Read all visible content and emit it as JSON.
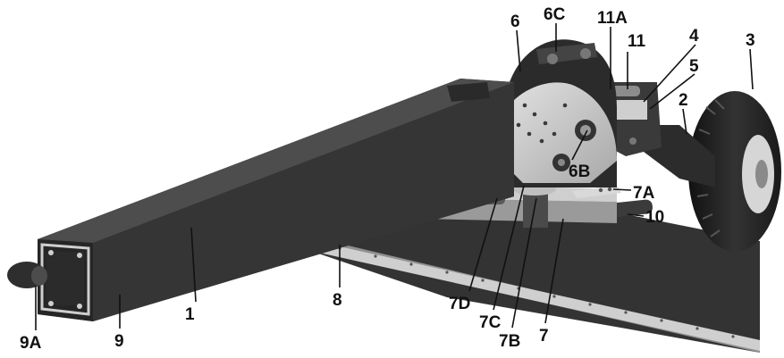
{
  "colors": {
    "background": "#ffffff",
    "body_dark": "#2f2f2f",
    "body_mid": "#3d3d3d",
    "body_light": "#4a4a4a",
    "plate_light": "#c9c9c9",
    "metal_light": "#d6d6d6",
    "tire": "#1f1f1f",
    "label": "#111111"
  },
  "labels": {
    "l1": "1",
    "l2": "2",
    "l3": "3",
    "l4": "4",
    "l5": "5",
    "l6": "6",
    "l6b": "6B",
    "l6c": "6C",
    "l7": "7",
    "l7a": "7A",
    "l7b": "7B",
    "l7c": "7C",
    "l7d": "7D",
    "l8": "8",
    "l9": "9",
    "l9a": "9A",
    "l10": "10",
    "l11": "11",
    "l11a": "11A"
  }
}
